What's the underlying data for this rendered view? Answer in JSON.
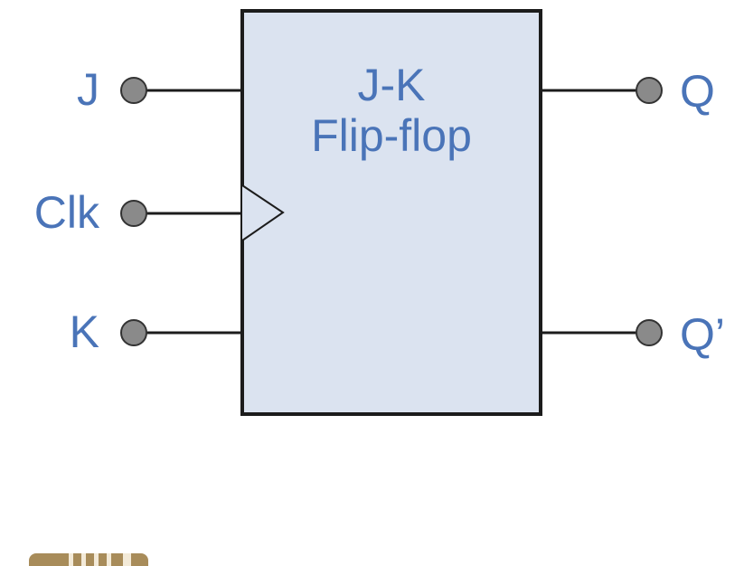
{
  "block": {
    "title_line1": "J-K",
    "title_line2": "Flip-flop"
  },
  "inputs": [
    {
      "name": "J"
    },
    {
      "name": "Clk"
    },
    {
      "name": "K"
    }
  ],
  "outputs": [
    {
      "name": "Q"
    },
    {
      "name": "Q’"
    }
  ],
  "colors": {
    "label": "#4a74b8",
    "box_fill": "#dbe3f0",
    "box_stroke": "#1c1c1c",
    "pin_fill": "#8a8a8a",
    "wire": "#1c1c1c",
    "logo": "#a88c5a"
  },
  "icons": [
    "clock-triangle-icon",
    "logo-icon"
  ]
}
